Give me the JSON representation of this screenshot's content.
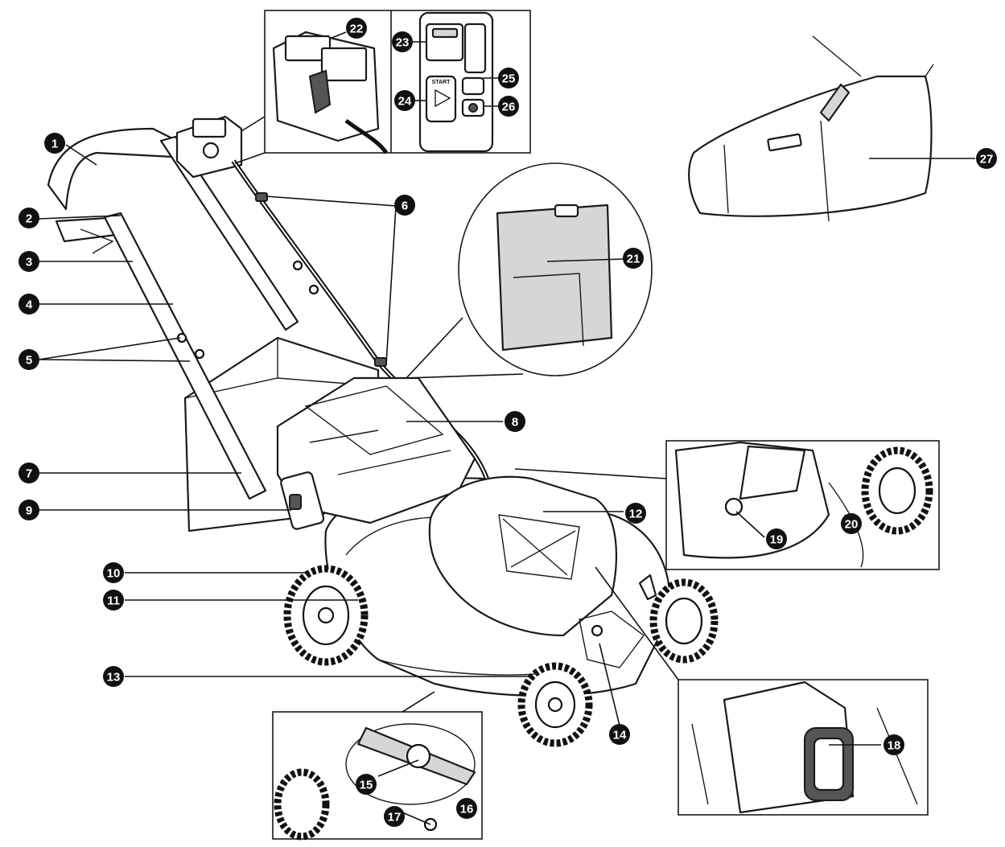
{
  "labels": [
    {
      "id": "1",
      "text": "1"
    },
    {
      "id": "2",
      "text": "2"
    },
    {
      "id": "3",
      "text": "3"
    },
    {
      "id": "4",
      "text": "4"
    },
    {
      "id": "5",
      "text": "5"
    },
    {
      "id": "6",
      "text": "6"
    },
    {
      "id": "7",
      "text": "7"
    },
    {
      "id": "8",
      "text": "8"
    },
    {
      "id": "9",
      "text": "9"
    },
    {
      "id": "10",
      "text": "10"
    },
    {
      "id": "11",
      "text": "11"
    },
    {
      "id": "12",
      "text": "12"
    },
    {
      "id": "13",
      "text": "13"
    },
    {
      "id": "14",
      "text": "14"
    },
    {
      "id": "15",
      "text": "15"
    },
    {
      "id": "16",
      "text": "16"
    },
    {
      "id": "17",
      "text": "17"
    },
    {
      "id": "18",
      "text": "18"
    },
    {
      "id": "19",
      "text": "19"
    },
    {
      "id": "20",
      "text": "20"
    },
    {
      "id": "21",
      "text": "21"
    },
    {
      "id": "22",
      "text": "22"
    },
    {
      "id": "23",
      "text": "23"
    },
    {
      "id": "24",
      "text": "24"
    },
    {
      "id": "25",
      "text": "25"
    },
    {
      "id": "26",
      "text": "26"
    },
    {
      "id": "27",
      "text": "27"
    }
  ],
  "panel_text": {
    "start_button": "START"
  },
  "colors": {
    "line": "#1a1a1a",
    "badge": "#111111",
    "battery_cover_fill": "#d6d6d6"
  }
}
